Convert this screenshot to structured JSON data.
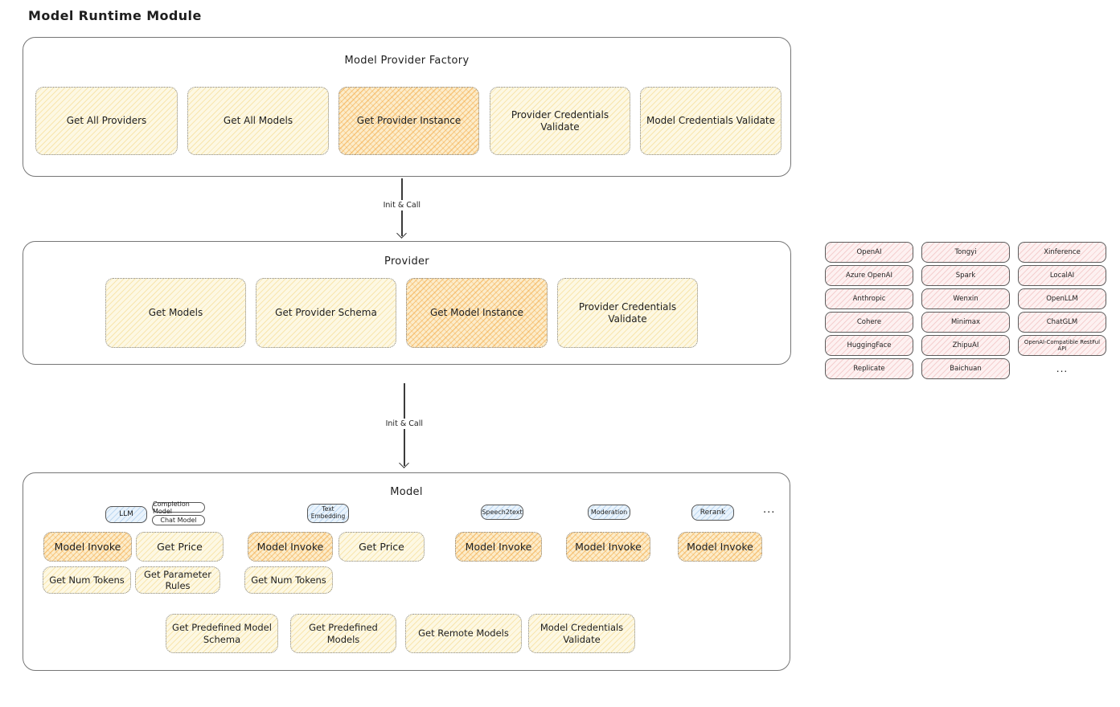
{
  "page": {
    "title": "Model Runtime Module"
  },
  "factory": {
    "title": "Model Provider Factory",
    "items": [
      {
        "label": "Get All Providers",
        "highlight": false
      },
      {
        "label": "Get All Models",
        "highlight": false
      },
      {
        "label": "Get Provider Instance",
        "highlight": true
      },
      {
        "label": "Provider Credentials Validate",
        "highlight": false
      },
      {
        "label": "Model Credentials Validate",
        "highlight": false
      }
    ]
  },
  "arrow1": {
    "label": "Init & Call"
  },
  "arrow2": {
    "label": "Init & Call"
  },
  "provider": {
    "title": "Provider",
    "items": [
      {
        "label": "Get Models",
        "highlight": false
      },
      {
        "label": "Get Provider Schema",
        "highlight": false
      },
      {
        "label": "Get Model Instance",
        "highlight": true
      },
      {
        "label": "Provider Credentials Validate",
        "highlight": false
      }
    ]
  },
  "providers": {
    "items": [
      "OpenAI",
      "Tongyi",
      "Xinference",
      "Azure OpenAI",
      "Spark",
      "LocalAI",
      "Anthropic",
      "Wenxin",
      "OpenLLM",
      "Cohere",
      "Minimax",
      "ChatGLM",
      "HuggingFace",
      "ZhipuAI",
      "OpenAI-Compatible RestFul API",
      "Replicate",
      "Baichuan"
    ],
    "more": "..."
  },
  "model": {
    "title": "Model",
    "tabs": {
      "llm": "LLM",
      "completion": "Completion Model",
      "chat": "Chat Model",
      "text_embedding": "Text Embedding",
      "speech2text": "Speech2text",
      "moderation": "Moderation",
      "rerank": "Rerank",
      "more": "..."
    },
    "row1": [
      {
        "label": "Model Invoke",
        "highlight": true
      },
      {
        "label": "Get Price",
        "highlight": false
      },
      {
        "label": "Model Invoke",
        "highlight": true
      },
      {
        "label": "Get Price",
        "highlight": false
      },
      {
        "label": "Model Invoke",
        "highlight": true
      },
      {
        "label": "Model Invoke",
        "highlight": true
      },
      {
        "label": "Model Invoke",
        "highlight": true
      }
    ],
    "row2": [
      {
        "label": "Get Num Tokens"
      },
      {
        "label": "Get Parameter Rules"
      },
      {
        "label": "Get Num Tokens"
      }
    ],
    "row3": [
      {
        "label": "Get Predefined Model Schema"
      },
      {
        "label": "Get Predefined Models"
      },
      {
        "label": "Get Remote Models"
      },
      {
        "label": "Model Credentials Validate"
      }
    ]
  },
  "colors": {
    "highlight_orange": "#f2a63c",
    "pale_yellow": "#fdf8e3",
    "pink": "#fdf1f1",
    "blue": "#e9f3fc",
    "ink": "#1e1e1e"
  }
}
